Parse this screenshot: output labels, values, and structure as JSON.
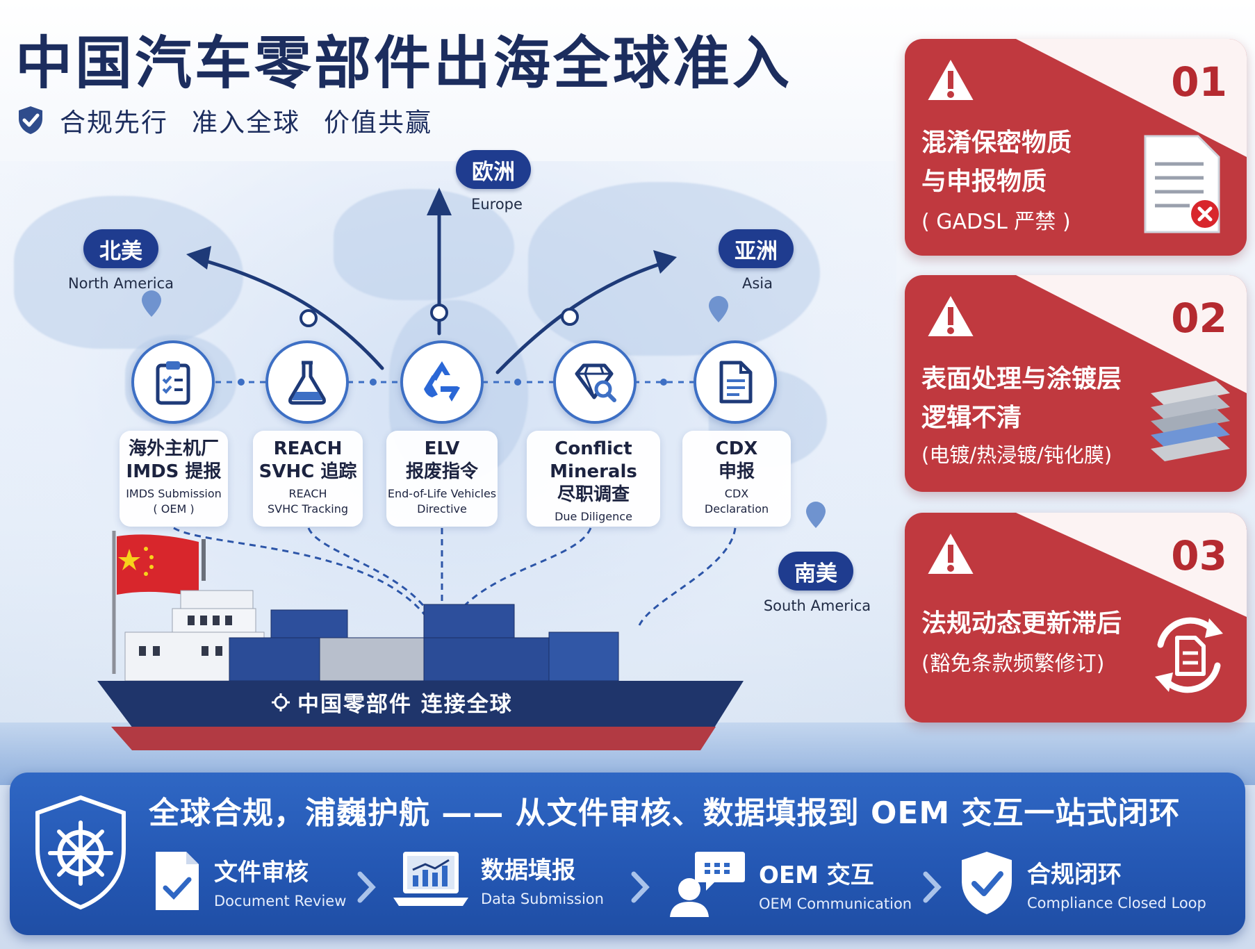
{
  "header": {
    "title": "中国汽车零部件出海全球准入",
    "subtitle_items": [
      "合规先行",
      "准入全球",
      "价值共赢"
    ]
  },
  "regions": {
    "europe": {
      "cn": "欧洲",
      "en": "Europe"
    },
    "north_america": {
      "cn": "北美",
      "en": "North America"
    },
    "asia": {
      "cn": "亚洲",
      "en": "Asia"
    },
    "south_america": {
      "cn": "南美",
      "en": "South America"
    }
  },
  "services": [
    {
      "cn1": "海外主机厂",
      "cn2": "IMDS 提报",
      "en1": "IMDS Submission",
      "en2": "( OEM )",
      "icon": "clipboard-checklist-icon"
    },
    {
      "cn1": "REACH",
      "cn2": "SVHC 追踪",
      "en1": "REACH",
      "en2": "SVHC Tracking",
      "icon": "flask-icon"
    },
    {
      "cn1": "ELV",
      "cn2": "报废指令",
      "en1": "End-of-Life Vehicles",
      "en2": "Directive",
      "icon": "recycle-icon"
    },
    {
      "cn1": "Conflict Minerals",
      "cn2": "尽职调查",
      "en1": "Due Diligence",
      "en2": "",
      "icon": "diamond-magnifier-icon"
    },
    {
      "cn1": "CDX",
      "cn2": "申报",
      "en1": "CDX",
      "en2": "Declaration",
      "icon": "document-icon"
    }
  ],
  "ship": {
    "slogan": "中国零部件  连接全球"
  },
  "risks": [
    {
      "num": "01",
      "line1": "混淆保密物质",
      "line2": "与申报物质",
      "line3": "( GADSL 严禁 )",
      "icon": "rejected-document-icon"
    },
    {
      "num": "02",
      "line1": "表面处理与涂镀层",
      "line2": "逻辑不清",
      "line3": "(电镀/热浸镀/钝化膜)",
      "icon": "coating-layers-icon"
    },
    {
      "num": "03",
      "line1": "法规动态更新滞后",
      "line2": "",
      "line3": "(豁免条款频繁修订)",
      "icon": "document-refresh-icon"
    }
  ],
  "banner": {
    "title": "全球合规，浦巍护航 —— 从文件审核、数据填报到 OEM 交互一站式闭环",
    "steps": [
      {
        "cn": "文件审核",
        "en": "Document Review",
        "icon": "document-check-icon"
      },
      {
        "cn": "数据填报",
        "en": "Data Submission",
        "icon": "laptop-chart-icon"
      },
      {
        "cn": "OEM 交互",
        "en": "OEM Communication",
        "icon": "person-chat-icon"
      },
      {
        "cn": "合规闭环",
        "en": "Compliance Closed Loop",
        "icon": "shield-check-icon"
      }
    ]
  },
  "colors": {
    "navy": "#1c2d5e",
    "accent_blue": "#2f67c4",
    "risk_red": "#c0393f",
    "flag_red": "#d8262c"
  }
}
